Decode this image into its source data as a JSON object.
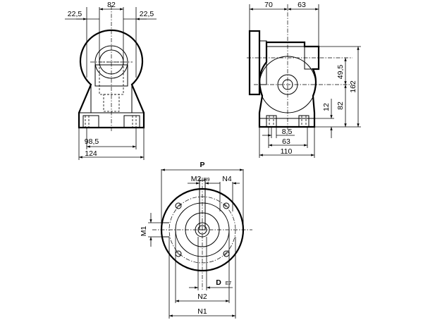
{
  "views": {
    "front": {
      "dims": {
        "top_left_offset": "22,5",
        "top_width": "82",
        "top_right_offset": "22,5",
        "base_inner": "98,5",
        "base_outer": "124"
      }
    },
    "side": {
      "dims": {
        "left_extent": "70",
        "right_extent": "63",
        "shaft_height": "49,5",
        "total_height": "162",
        "axis_height": "82",
        "foot_thickness": "12",
        "foot_hole": "8,5",
        "foot_span": "63",
        "foot_total": "110"
      }
    },
    "flange": {
      "labels": {
        "P": "P",
        "M2": "M2",
        "H9": "H9",
        "N4": "N4",
        "M1": "M1",
        "D": "D",
        "E7": "E7",
        "N2": "N2",
        "N1": "N1"
      }
    }
  }
}
